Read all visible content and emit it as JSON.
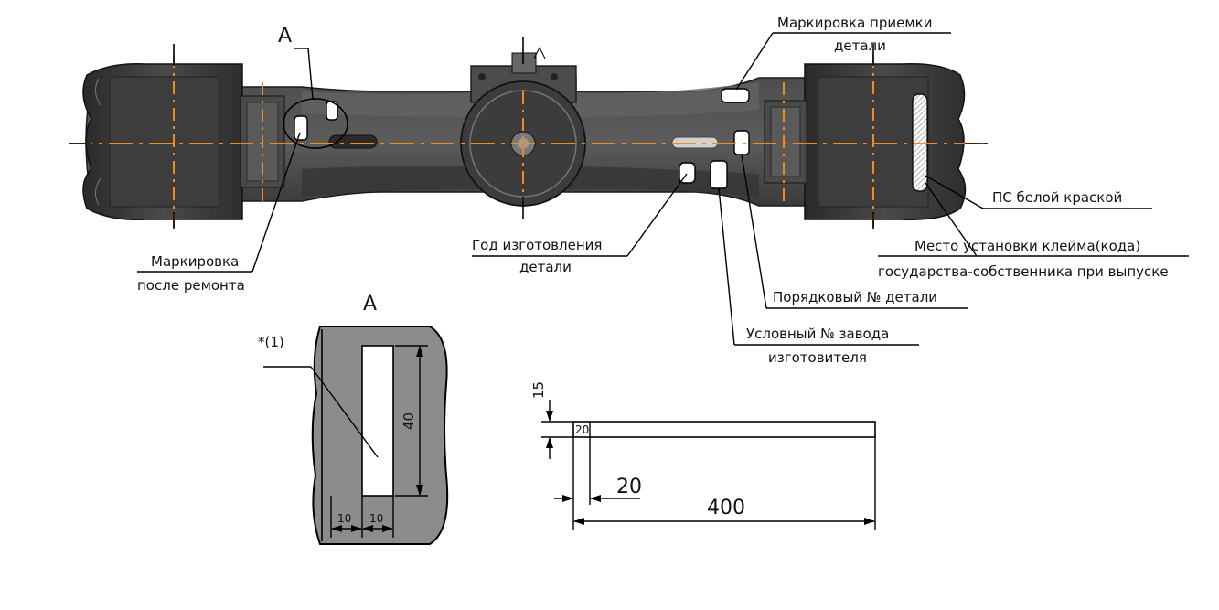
{
  "view_label_main": "А",
  "view_label_detail": "А",
  "callouts": {
    "acceptance_marking": [
      "Маркировка приемки",
      "детали"
    ],
    "white_paint": "ПС белой краской",
    "state_stamp": [
      "Место установки клейма(кода)",
      "государства-собственника при выпуске"
    ],
    "serial_number": "Порядковый № детали",
    "plant_number": [
      "Условный № завода",
      "изготовителя"
    ],
    "year_made": [
      "Год изготовления",
      "детали"
    ],
    "repair_marking": [
      "Маркировка",
      "после ремонта"
    ]
  },
  "detail_a": {
    "note": "*(1)",
    "height_dim": "40",
    "width_dim_left": "10",
    "width_dim_right": "10"
  },
  "strip": {
    "height_dim": "15",
    "cell_label": "20",
    "offset_dim": "20",
    "length_dim": "400"
  },
  "colors": {
    "axis": "#f08a1c",
    "body_dark": "#3a3a3a",
    "body_mid": "#555555",
    "detail_fill": "#8c8c8c"
  }
}
